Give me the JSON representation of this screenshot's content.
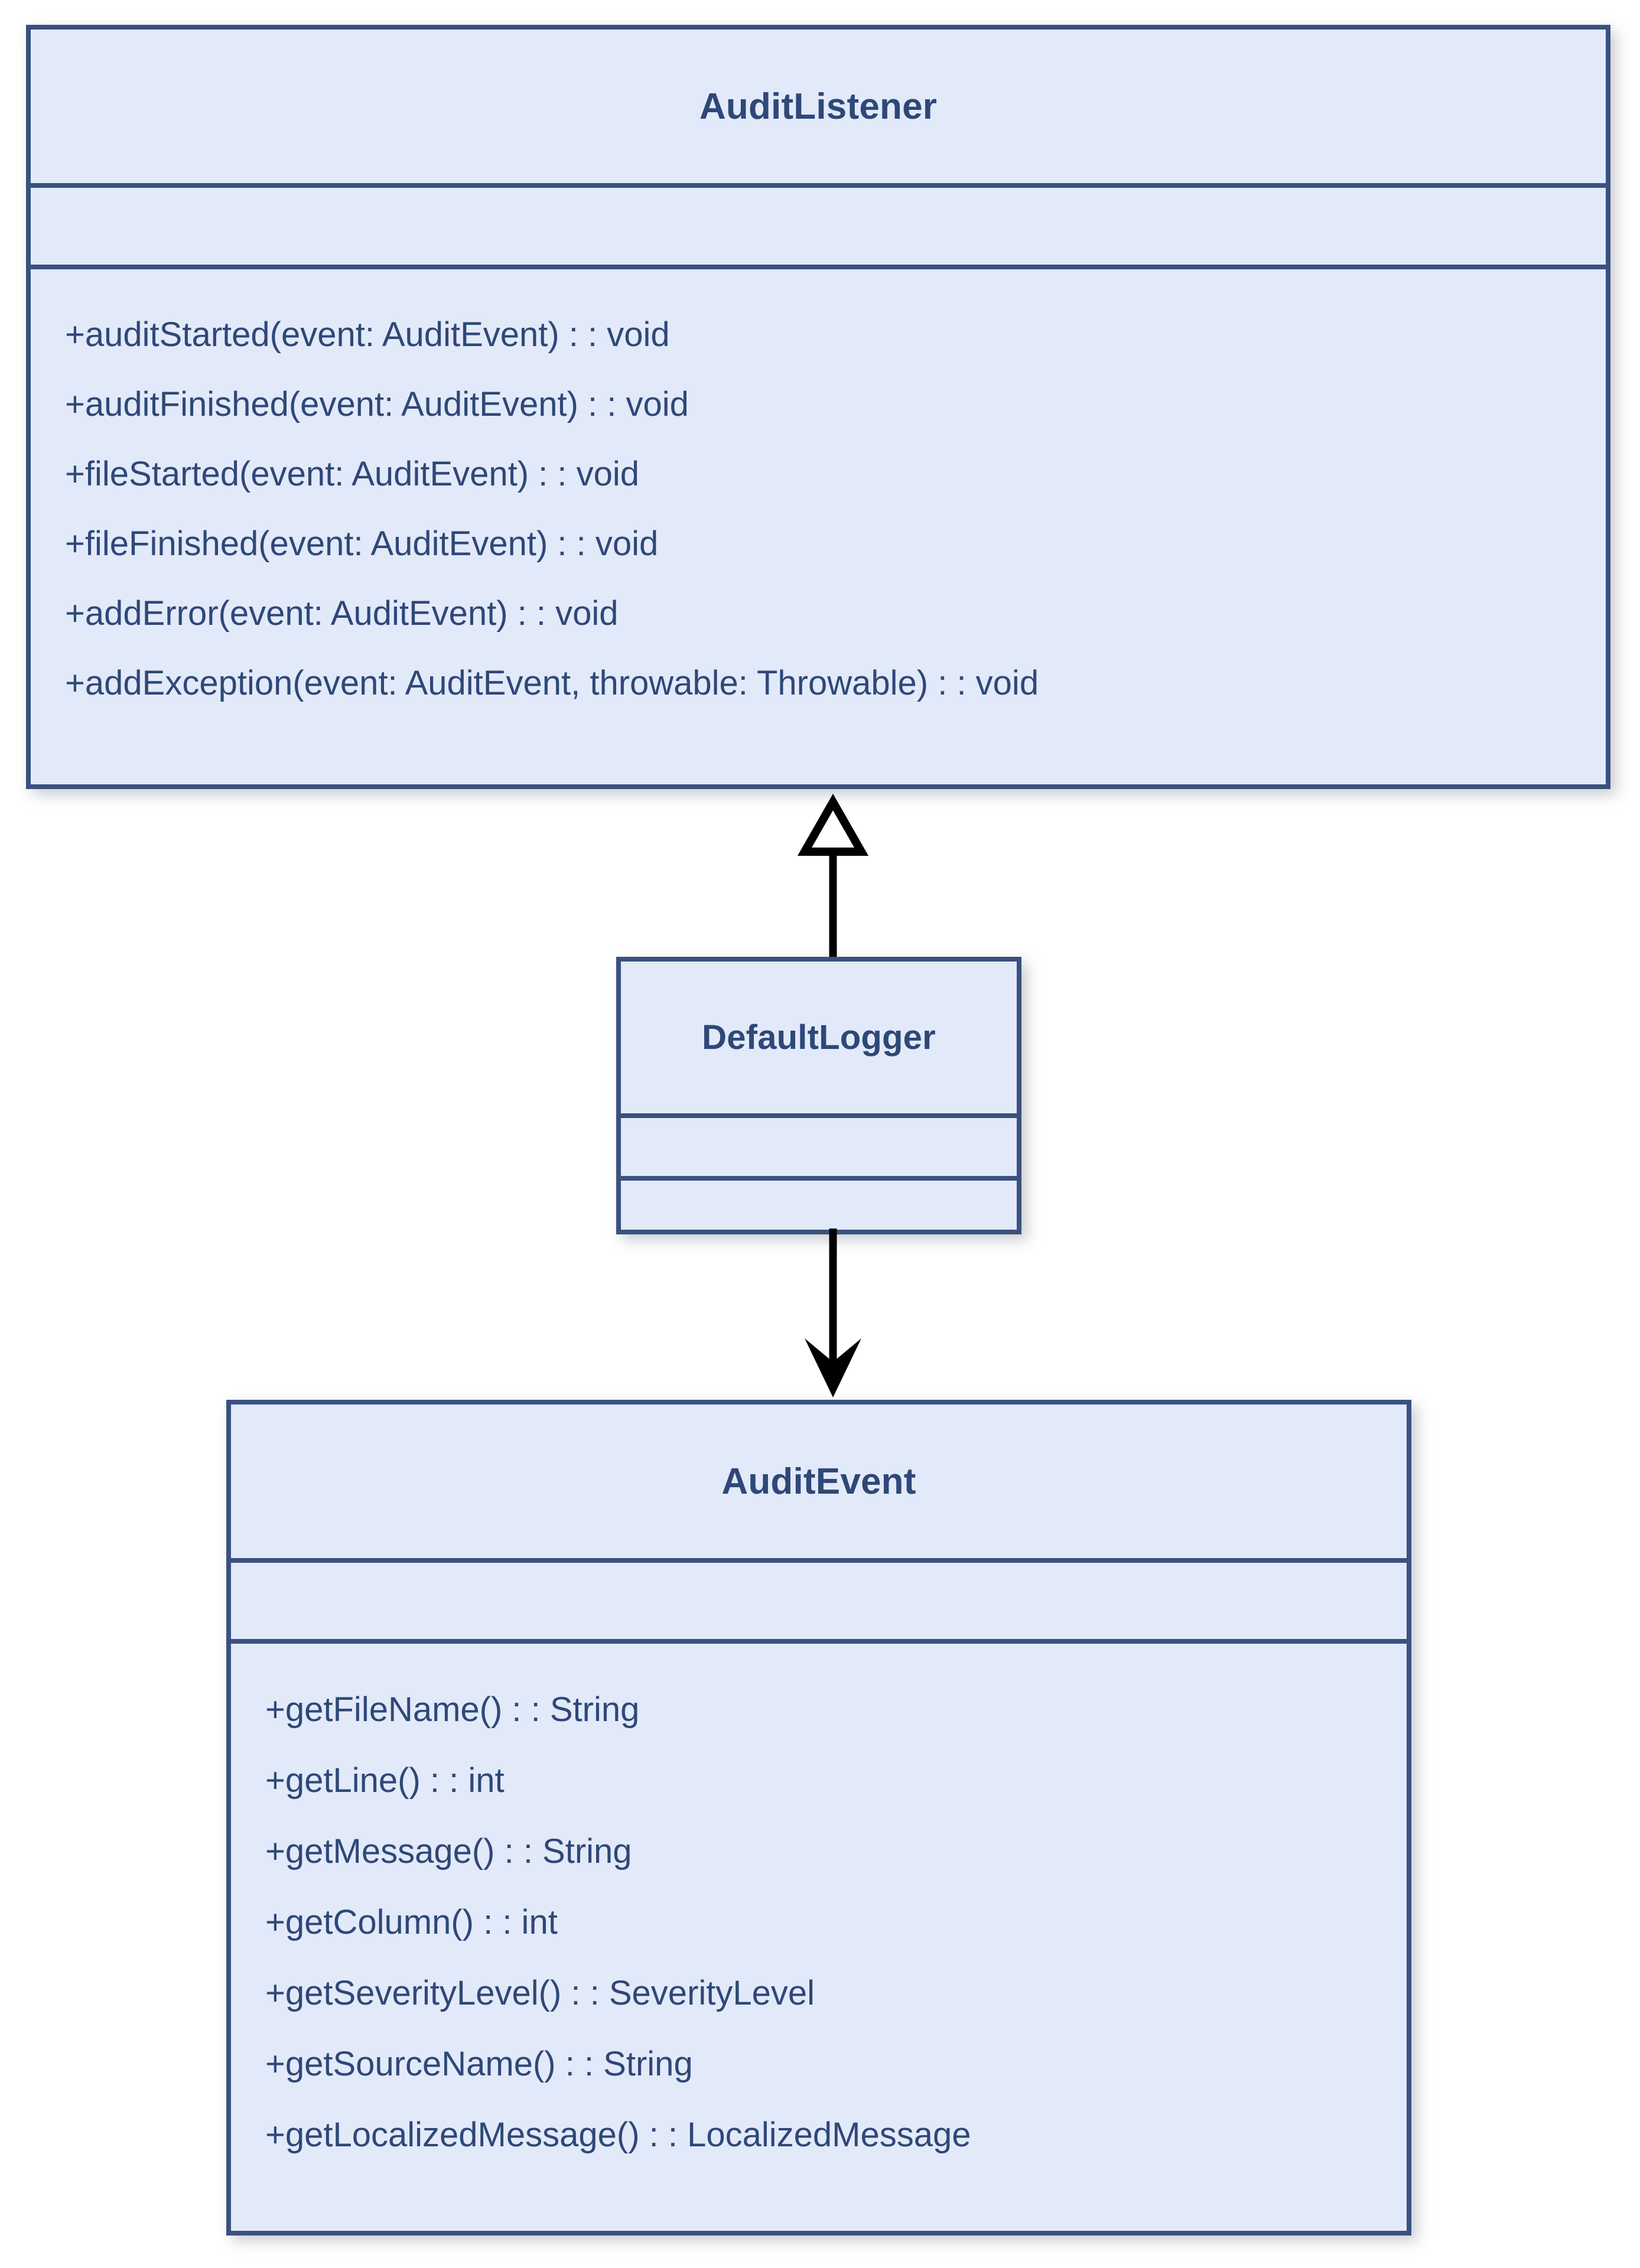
{
  "diagram": {
    "kind": "uml-class-diagram",
    "colors": {
      "box_fill": "#e2e9f9",
      "box_border": "#3a517f",
      "text": "#2e4877",
      "connector": "#000000",
      "background": "#ffffff"
    },
    "classes": [
      {
        "id": "auditlistener",
        "name": "AuditListener",
        "attributes": [],
        "methods": [
          "+auditStarted(event: AuditEvent) : : void",
          "+auditFinished(event: AuditEvent) : : void",
          "+fileStarted(event: AuditEvent) : : void",
          "+fileFinished(event: AuditEvent) : : void",
          "+addError(event: AuditEvent) : : void",
          "+addException(event: AuditEvent, throwable: Throwable) : : void"
        ]
      },
      {
        "id": "defaultlogger",
        "name": "DefaultLogger",
        "attributes": [],
        "methods": []
      },
      {
        "id": "auditevent",
        "name": "AuditEvent",
        "attributes": [],
        "methods": [
          "+getFileName() : : String",
          "+getLine() : : int",
          "+getMessage() : : String",
          "+getColumn() : : int",
          "+getSeverityLevel() : : SeverityLevel",
          "+getSourceName() : : String",
          "+getLocalizedMessage() : : LocalizedMessage"
        ]
      }
    ],
    "relationships": [
      {
        "id": "generalization",
        "type": "generalization",
        "arrowhead": "hollow-triangle",
        "from": "DefaultLogger",
        "to": "AuditListener",
        "direction": "up"
      },
      {
        "id": "dependency",
        "type": "dependency",
        "arrowhead": "solid-open-arrow",
        "from": "DefaultLogger",
        "to": "AuditEvent",
        "direction": "down"
      }
    ]
  }
}
